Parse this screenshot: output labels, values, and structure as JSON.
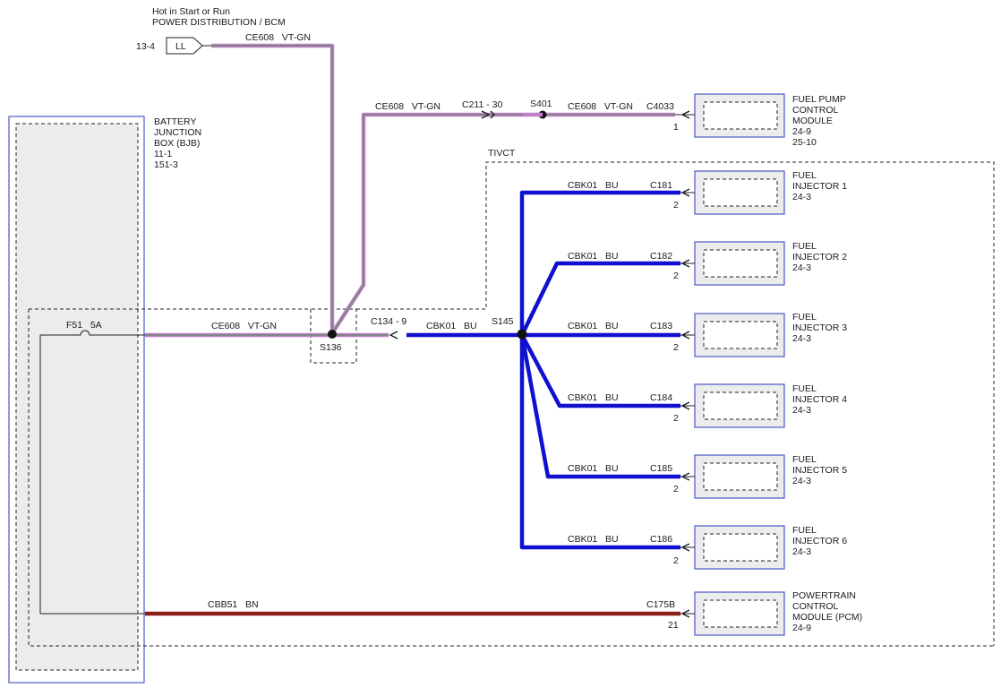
{
  "colors": {
    "blue_wire": "#1010d0",
    "vt_gn_wire": "#c080c8",
    "vt_gn_stripe": "#4a8a4a",
    "brown_wire": "#8a2018",
    "block_border": "#4a56c8",
    "block_fill": "#ececec"
  },
  "top_source": {
    "line1": "Hot in Start or Run",
    "line2": "POWER DISTRIBUTION / BCM",
    "ref": "13-4",
    "connector": "LL",
    "wire_label": "CE608   VT-GN"
  },
  "bjb": {
    "lines": [
      "BATTERY",
      "JUNCTION",
      "BOX (BJB)",
      "11-1",
      "151-3"
    ],
    "fuse_label": "F51   5A"
  },
  "splices": {
    "s136": "S136",
    "s145": "S145",
    "s401": "S401"
  },
  "wires": {
    "bjb_out": "CE608   VT-GN",
    "riser_top": "CE608   VT-GN",
    "c211": "C211 - 30",
    "fpcm_wire": "CE608   VT-GN",
    "c134": "C134 - 9",
    "cbk_main": "CBK01   BU",
    "pcm_wire": "CBB51   BN"
  },
  "tivct_label": "TIVCT",
  "fpcm": {
    "connector": "C4033",
    "pin": "1",
    "lines": [
      "FUEL PUMP",
      "CONTROL",
      "MODULE",
      "24-9",
      "25-10"
    ]
  },
  "injectors": [
    {
      "wire": "CBK01   BU",
      "connector": "C181",
      "pin": "2",
      "lines": [
        "FUEL",
        "INJECTOR 1",
        "24-3"
      ]
    },
    {
      "wire": "CBK01   BU",
      "connector": "C182",
      "pin": "2",
      "lines": [
        "FUEL",
        "INJECTOR 2",
        "24-3"
      ]
    },
    {
      "wire": "CBK01   BU",
      "connector": "C183",
      "pin": "2",
      "lines": [
        "FUEL",
        "INJECTOR 3",
        "24-3"
      ]
    },
    {
      "wire": "CBK01   BU",
      "connector": "C184",
      "pin": "2",
      "lines": [
        "FUEL",
        "INJECTOR 4",
        "24-3"
      ]
    },
    {
      "wire": "CBK01   BU",
      "connector": "C185",
      "pin": "2",
      "lines": [
        "FUEL",
        "INJECTOR 5",
        "24-3"
      ]
    },
    {
      "wire": "CBK01   BU",
      "connector": "C186",
      "pin": "2",
      "lines": [
        "FUEL",
        "INJECTOR 6",
        "24-3"
      ]
    }
  ],
  "pcm": {
    "connector": "C175B",
    "pin": "21",
    "lines": [
      "POWERTRAIN",
      "CONTROL",
      "MODULE (PCM)",
      "24-9"
    ]
  }
}
